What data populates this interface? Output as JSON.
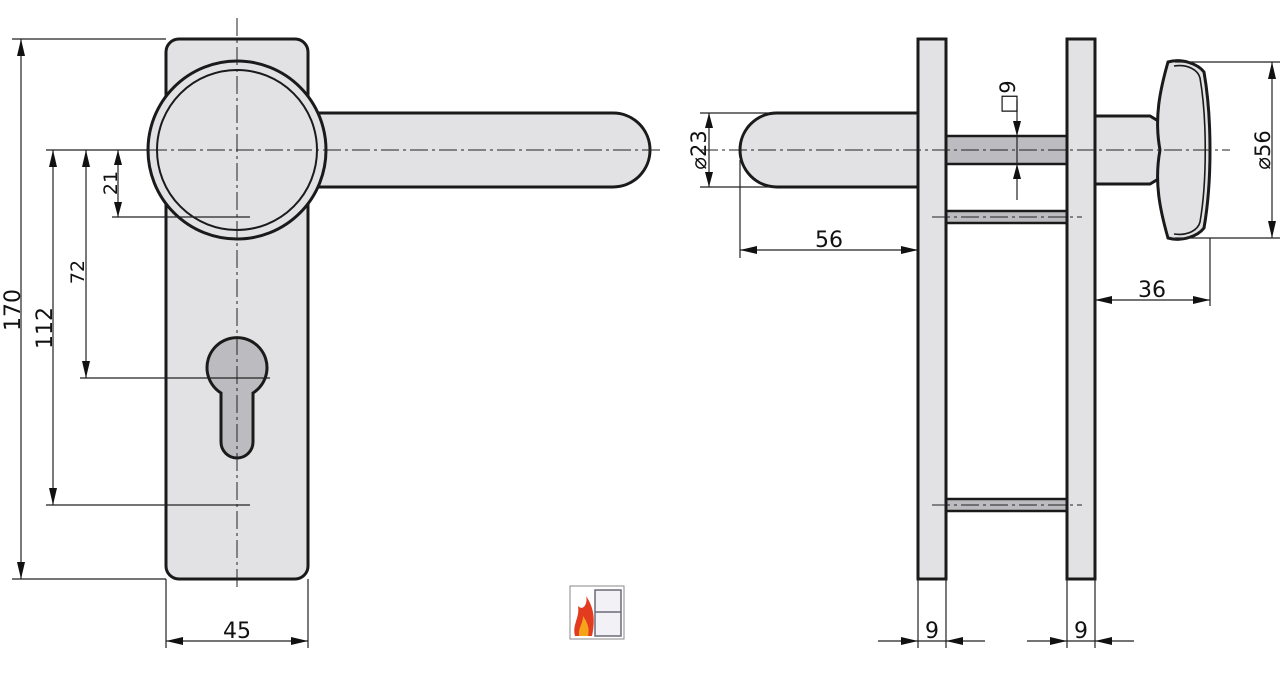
{
  "front_view": {
    "height_total": "170",
    "height_handle_to_bottom": "112",
    "height_handle_to_key": "72",
    "knob_offset": "21",
    "plate_width": "45"
  },
  "side_view": {
    "handle_diameter": "⌀23",
    "square_spindle": "□9",
    "knob_diameter": "⌀56",
    "handle_projection": "56",
    "knob_projection": "36",
    "plate_thickness_left": "9",
    "plate_thickness_right": "9"
  },
  "fire_rating_icon": "fire-door-icon",
  "colors": {
    "part_fill": "#e2e2e4",
    "dark_fill": "#bcbcc0",
    "line": "#1a1a1a"
  }
}
